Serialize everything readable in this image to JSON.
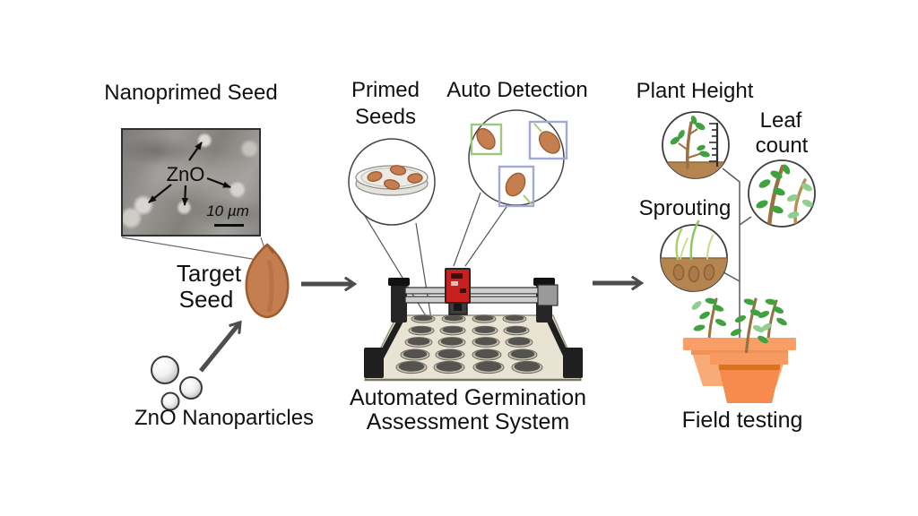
{
  "left": {
    "title": "Nanoprimed Seed",
    "sem_label": "ZnO",
    "scale_bar": "10 µm",
    "target_seed_line1": "Target",
    "target_seed_line2": "Seed",
    "nanoparticles_label": "ZnO Nanoparticles"
  },
  "middle": {
    "primed_line1": "Primed",
    "primed_line2": "Seeds",
    "auto_detection": "Auto Detection",
    "system_line1": "Automated Germination",
    "system_line2": "Assessment System"
  },
  "right": {
    "plant_height": "Plant Height",
    "leaf_line1": "Leaf",
    "leaf_line2": "count",
    "sprouting": "Sprouting",
    "field_testing": "Field testing"
  },
  "colors": {
    "arrow": "#4d4d4d",
    "seed": "#c57e50",
    "seed_outline": "#9c5c30",
    "bbox_green": "#9ec77e",
    "bbox_purple": "#a3a8d4",
    "soil": "#b5854f",
    "leaf_green": "#3fa23f",
    "leaf_light": "#8fce8f",
    "stem_brown": "#9c7040",
    "pot_orange": "#f58b4e",
    "pot_light": "#f9ab77",
    "camera_red": "#c8201e",
    "bed_beige": "#e8e3d2"
  }
}
